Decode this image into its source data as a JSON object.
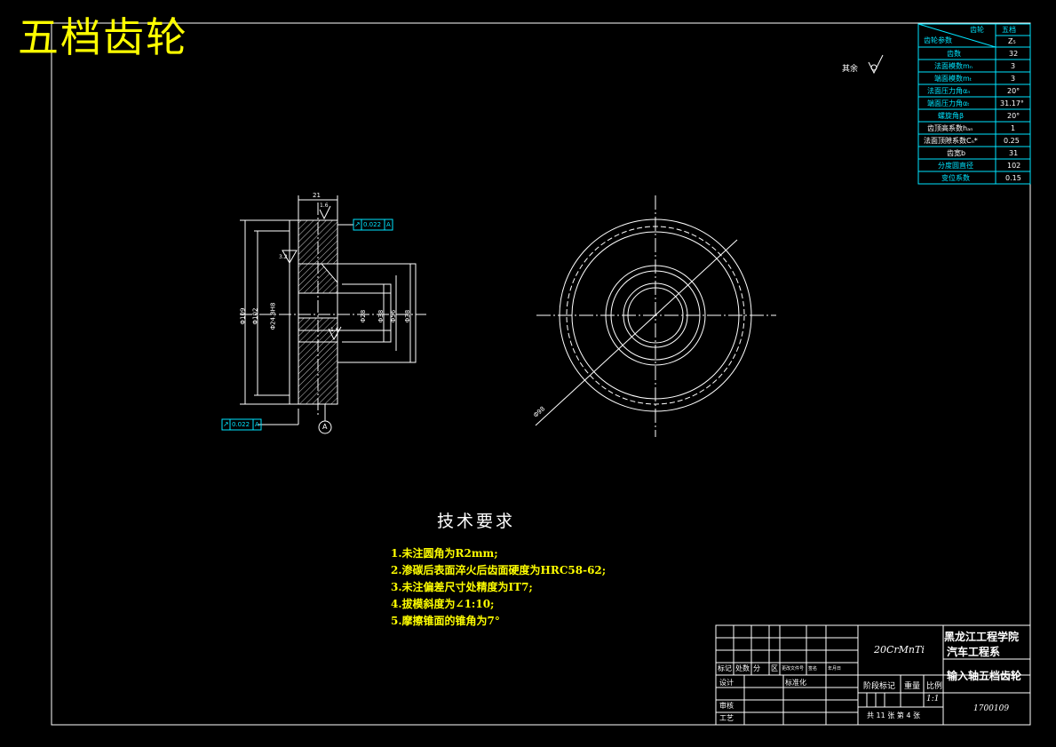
{
  "drawing_title": "五档齿轮",
  "finish_note": "其余",
  "params_table": {
    "header_corner_top": "齿轮",
    "header_corner_bottom": "齿轮参数",
    "header_col": "五档",
    "rows": [
      {
        "label": "",
        "value": "Z₅"
      },
      {
        "label": "齿数",
        "value": "32"
      },
      {
        "label": "法面模数mₙ",
        "value": "3"
      },
      {
        "label": "端面模数mₜ",
        "value": "3"
      },
      {
        "label": "法面压力角αₙ",
        "value": "20°"
      },
      {
        "label": "端面压力角αₜ",
        "value": "31.17°"
      },
      {
        "label": "螺旋角β",
        "value": "20°"
      },
      {
        "label": "齿顶高系数hₐₙ",
        "value": "1"
      },
      {
        "label": "法面顶隙系数Cₙ*",
        "value": "0.25"
      },
      {
        "label": "齿宽b",
        "value": "31"
      },
      {
        "label": "分度圆直径",
        "value": "102"
      },
      {
        "label": "变位系数",
        "value": "0.15"
      }
    ]
  },
  "tolerance_boxes": [
    {
      "symbol": "↗",
      "value": "0.022",
      "datum": "A"
    },
    {
      "symbol": "↗",
      "value": "0.022",
      "datum": "A"
    }
  ],
  "section_dims": {
    "top_width": "21",
    "od_outer": "Φ109",
    "od_pitch": "Φ102",
    "bore_label": "Φ24.8H8",
    "hub_d1": "Φ28",
    "hub_d2": "Φ38",
    "hub_d3": "Φ56",
    "hub_d4": "Φ38",
    "roughness_1": "1.6",
    "roughness_2": "3.2",
    "roughness_3": "1.6",
    "datum_label": "A"
  },
  "front_view_dim": "Φ98",
  "tech_requirements": {
    "title": "技术要求",
    "items": [
      "1.未注圆角为R2mm;",
      "2.渗碳后表面淬火后齿面硬度为HRC58-62;",
      "3.未注偏差尺寸处精度为IT7;",
      "4.拔模斜度为∠1:10;",
      "5.摩擦锥面的锥角为7°"
    ]
  },
  "title_block": {
    "material": "20CrMnTi",
    "school": "黑龙江工程学院",
    "department": "汽车工程系",
    "part_name": "输入轴五档齿轮",
    "drawing_no": "1700109",
    "scale_label": "比例",
    "scale": "1:1",
    "weight_label": "重量",
    "stage_label": "阶段标记",
    "sheet_info": "共 11 张  第 4 张",
    "rev_labels": [
      "标记",
      "处数",
      "分",
      "区",
      "更改文件号",
      "签名",
      "年月日"
    ],
    "design_label": "设计",
    "standard_label": "标准化",
    "review_label": "审核",
    "process_label": "工艺"
  },
  "colors": {
    "background": "#000000",
    "line": "#ffffff",
    "title": "#ffff00",
    "table_text": "#00e5ff",
    "hatch": "#ffffff"
  }
}
